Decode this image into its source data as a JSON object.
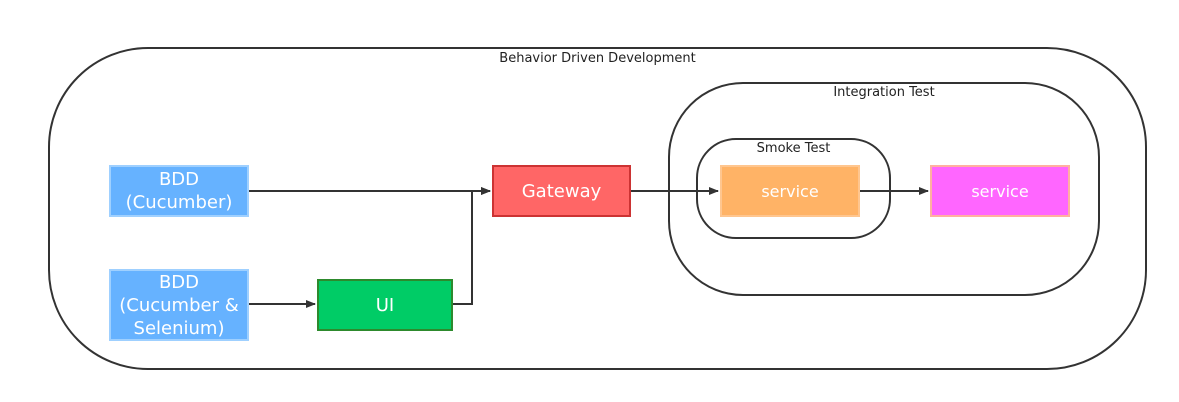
{
  "diagram": {
    "bdd_region": {
      "label": "Behavior Driven Development"
    },
    "integration_region": {
      "label": "Integration Test"
    },
    "smoke_region": {
      "label": "Smoke Test"
    },
    "nodes": {
      "bdd_cucumber": {
        "label": "BDD\n(Cucumber)",
        "fill": "#66b2ff",
        "border": "#9fd0ff"
      },
      "bdd_selenium": {
        "label": "BDD\n(Cucumber &\nSelenium)",
        "fill": "#66b2ff",
        "border": "#9fd0ff"
      },
      "ui": {
        "label": "UI",
        "fill": "#00cc66",
        "border": "#2d8a2d"
      },
      "gateway": {
        "label": "Gateway",
        "fill": "#ff6666",
        "border": "#cc3333"
      },
      "service_smoke": {
        "label": "service",
        "fill": "#ffb366",
        "border": "#ffc68f"
      },
      "service_integration": {
        "label": "service",
        "fill": "#ff66ff",
        "border": "#ffb0a0"
      }
    },
    "edges": [
      {
        "from": "bdd_cucumber",
        "to": "gateway"
      },
      {
        "from": "bdd_selenium",
        "to": "ui"
      },
      {
        "from": "ui",
        "to": "gateway"
      },
      {
        "from": "gateway",
        "to": "service_smoke"
      },
      {
        "from": "service_smoke",
        "to": "service_integration"
      }
    ],
    "colors": {
      "stroke": "#333333",
      "text": "#222222"
    }
  }
}
